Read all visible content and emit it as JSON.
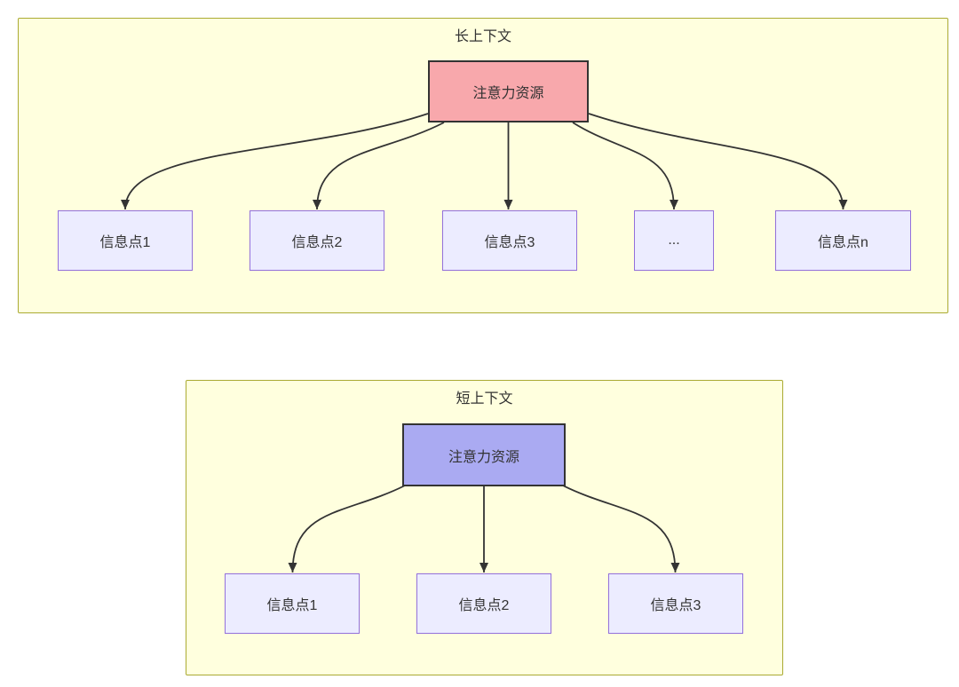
{
  "long_context": {
    "title": "长上下文",
    "source": "注意力资源",
    "targets": [
      "信息点1",
      "信息点2",
      "信息点3",
      "...",
      "信息点n"
    ]
  },
  "short_context": {
    "title": "短上下文",
    "source": "注意力资源",
    "targets": [
      "信息点1",
      "信息点2",
      "信息点3"
    ]
  },
  "colors": {
    "container_fill": "#FFFFDE",
    "container_border": "#AAAA33",
    "node_fill": "#ECECFF",
    "node_border": "#9370DB",
    "long_source_fill": "#F8A8AC",
    "short_source_fill": "#AAAAF2",
    "source_border": "#333333",
    "edge": "#333333"
  }
}
